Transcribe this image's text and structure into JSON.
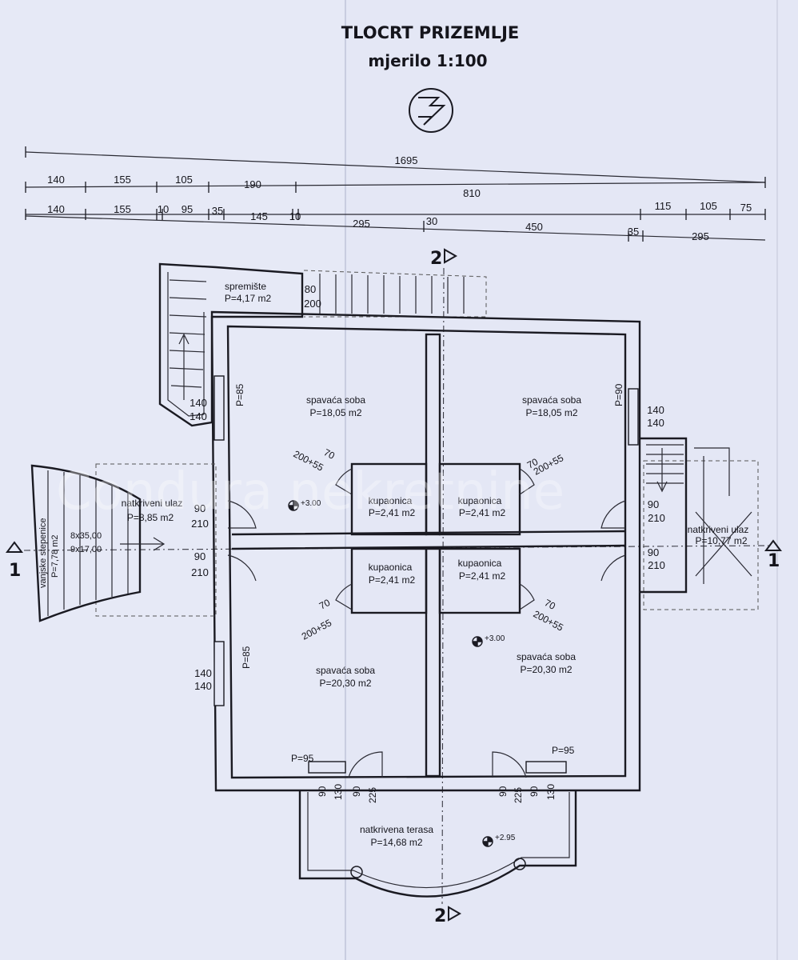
{
  "title": "TLOCRT PRIZEMLJE",
  "scale": "mjerilo 1:100",
  "watermark": "Condura nekretnine",
  "dims": {
    "row1": [
      "1695"
    ],
    "row2": [
      "140",
      "155",
      "105",
      "190",
      "810"
    ],
    "row3": [
      "140",
      "155",
      "10",
      "95",
      "35",
      "145",
      "10",
      "115",
      "105",
      "75"
    ],
    "row4": [
      "295",
      "30",
      "450",
      "35",
      "295"
    ]
  },
  "sections": {
    "s2": "2",
    "s1": "1"
  },
  "rooms": {
    "spremiste": {
      "name": "spremište",
      "area": "P=4,17 m2"
    },
    "bed_tl": {
      "name": "spavaća soba",
      "area": "P=18,05 m2"
    },
    "bed_tr": {
      "name": "spavaća soba",
      "area": "P=18,05 m2"
    },
    "bed_bl": {
      "name": "spavaća soba",
      "area": "P=20,30 m2"
    },
    "bed_br": {
      "name": "spavaća soba",
      "area": "P=20,30 m2"
    },
    "bath1": {
      "name": "kupaonica",
      "area": "P=2,41 m2"
    },
    "bath2": {
      "name": "kupaonica",
      "area": "P=2,41 m2"
    },
    "bath3": {
      "name": "kupaonica",
      "area": "P=2,41 m2"
    },
    "bath4": {
      "name": "kupaonica",
      "area": "P=2,41 m2"
    },
    "ulaz_l": {
      "name": "natkriveni ulaz",
      "area": "P=8,85 m2"
    },
    "ulaz_r": {
      "name": "natkriveni ulaz",
      "area": "P=10,77 m2"
    },
    "stairs": {
      "name": "vanjske stepenice",
      "area": "P=7,78 m2"
    },
    "terasa": {
      "name": "natkrivena terasa",
      "area": "P=14,68 m2"
    }
  },
  "stair_spec": {
    "l1": "8x35,00",
    "l2": "9x17,00"
  },
  "openings": {
    "sp_80": "80",
    "sp_200": "200",
    "w140a": "140",
    "w140b": "140",
    "w140c": "140",
    "w140d": "140",
    "w140e": "140",
    "w140f": "140",
    "p85a": "P=85",
    "p85b": "P=85",
    "p90": "P=90",
    "p95a": "P=95",
    "p95b": "P=95",
    "d90a": "90",
    "d210a": "210",
    "d90b": "90",
    "d210b": "210",
    "d90c": "90",
    "d210c": "210",
    "d90d": "90",
    "d210d": "210",
    "bd70a": "70",
    "bd255a": "200+55",
    "bd70b": "70",
    "bd255b": "200+55",
    "bd70c": "70",
    "bd255c": "200+55",
    "bd70d": "70",
    "bd255d": "200+55",
    "t90a": "90",
    "t130a": "130",
    "t90b": "90",
    "t225a": "225",
    "t90c": "90",
    "t225b": "225",
    "t90d": "90",
    "t130b": "130"
  },
  "levels": {
    "l1": "+3.00",
    "l2": "+3.00",
    "l3": "+2.95"
  }
}
